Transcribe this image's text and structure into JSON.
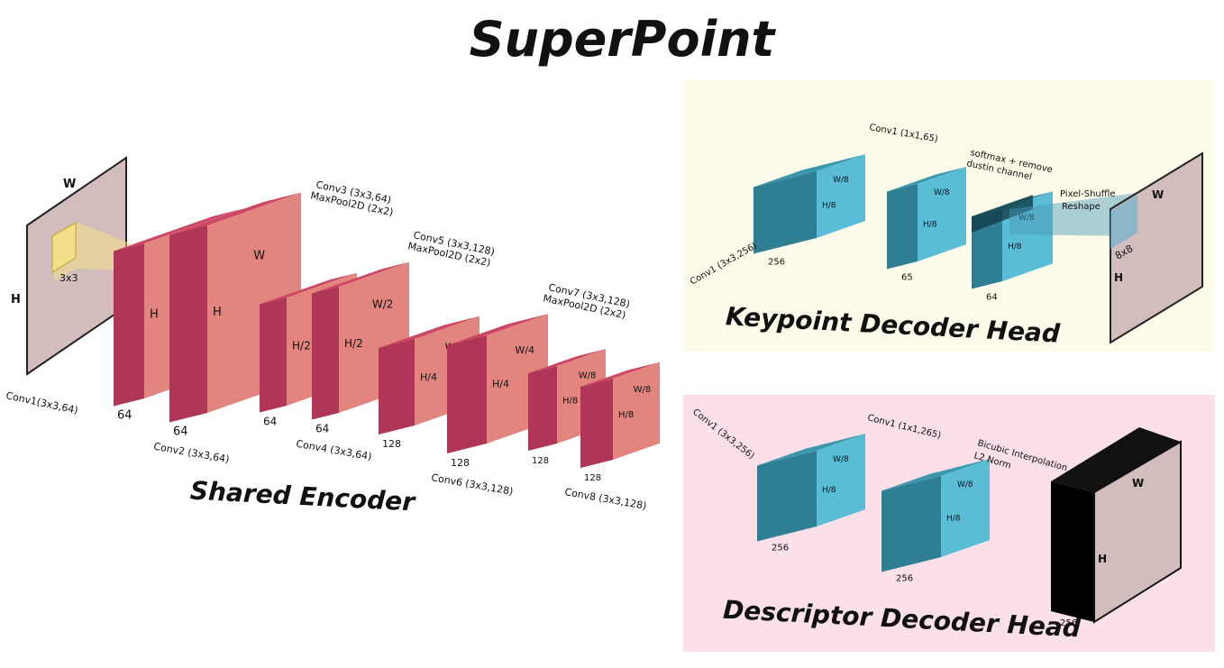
{
  "title": "SuperPoint",
  "colors": {
    "encoder_front": "#e2857f",
    "encoder_side": "#b03657",
    "encoder_top": "#cc4763",
    "decoder_front": "#5bbcd6",
    "decoder_side": "#2e7f93",
    "decoder_top": "#3a97ad",
    "image_plane": "#d2bcbc",
    "kernel": "#f4e08a",
    "keypoint_panel_bg": "#fdfbea",
    "descriptor_panel_bg": "#fbdfe9",
    "descriptor_output_side": "#000000"
  },
  "input": {
    "w_label": "W",
    "h_label": "H",
    "kernel_label": "3x3",
    "conv_label": "Conv1(3x3,64)"
  },
  "encoder": {
    "section_label": "Shared Encoder",
    "blocks": [
      {
        "w": "W",
        "h": "H",
        "c": "64",
        "conv": ""
      },
      {
        "w": "W",
        "h": "H",
        "c": "64",
        "conv": "Conv2 (3x3,64)"
      },
      {
        "w": "W/2",
        "h": "H/2",
        "c": "64",
        "conv": ""
      },
      {
        "w": "W/2",
        "h": "H/2",
        "c": "64",
        "conv": "Conv4 (3x3,64)"
      },
      {
        "w": "W/4",
        "h": "H/4",
        "c": "128",
        "conv": ""
      },
      {
        "w": "W/4",
        "h": "H/4",
        "c": "128",
        "conv": "Conv6 (3x3,128)"
      },
      {
        "w": "W/8",
        "h": "H/8",
        "c": "128",
        "conv": ""
      },
      {
        "w": "W/8",
        "h": "H/8",
        "c": "128",
        "conv": "Conv8 (3x3,128)"
      }
    ],
    "pool_labels": [
      {
        "conv": "Conv3 (3x3,64)",
        "pool": "MaxPool2D (2x2)"
      },
      {
        "conv": "Conv5 (3x3,128)",
        "pool": "MaxPool2D (2x2)"
      },
      {
        "conv": "Conv7 (3x3,128)",
        "pool": "MaxPool2D (2x2)"
      }
    ]
  },
  "keypoint_head": {
    "section_label": "Keypoint Decoder Head",
    "conv1_label": "Conv1 (3x3,256)",
    "conv2_label": "Conv1 (1x1,65)",
    "softmax_label_1": "softmax + remove",
    "softmax_label_2": "dustin channel",
    "shuffle_label": "Pixel-Shuffle",
    "reshape_label": "Reshape",
    "blocks": [
      {
        "w": "W/8",
        "h": "H/8",
        "c": "256"
      },
      {
        "w": "W/8",
        "h": "H/8",
        "c": "65"
      },
      {
        "w": "W/8",
        "h": "H/8",
        "c": "64"
      }
    ],
    "output": {
      "w": "W",
      "h": "H",
      "patch": "8x8"
    }
  },
  "descriptor_head": {
    "section_label": "Descriptor Decoder Head",
    "conv1_label": "Conv1 (3x3,256)",
    "conv2_label": "Conv1 (1x1,265)",
    "interp_label": "Bicubic Interpolation",
    "norm_label": "L2 Norm",
    "blocks": [
      {
        "w": "W/8",
        "h": "H/8",
        "c": "256"
      },
      {
        "w": "W/8",
        "h": "H/8",
        "c": "256"
      }
    ],
    "output": {
      "w": "W",
      "h": "H",
      "c": "256"
    }
  }
}
